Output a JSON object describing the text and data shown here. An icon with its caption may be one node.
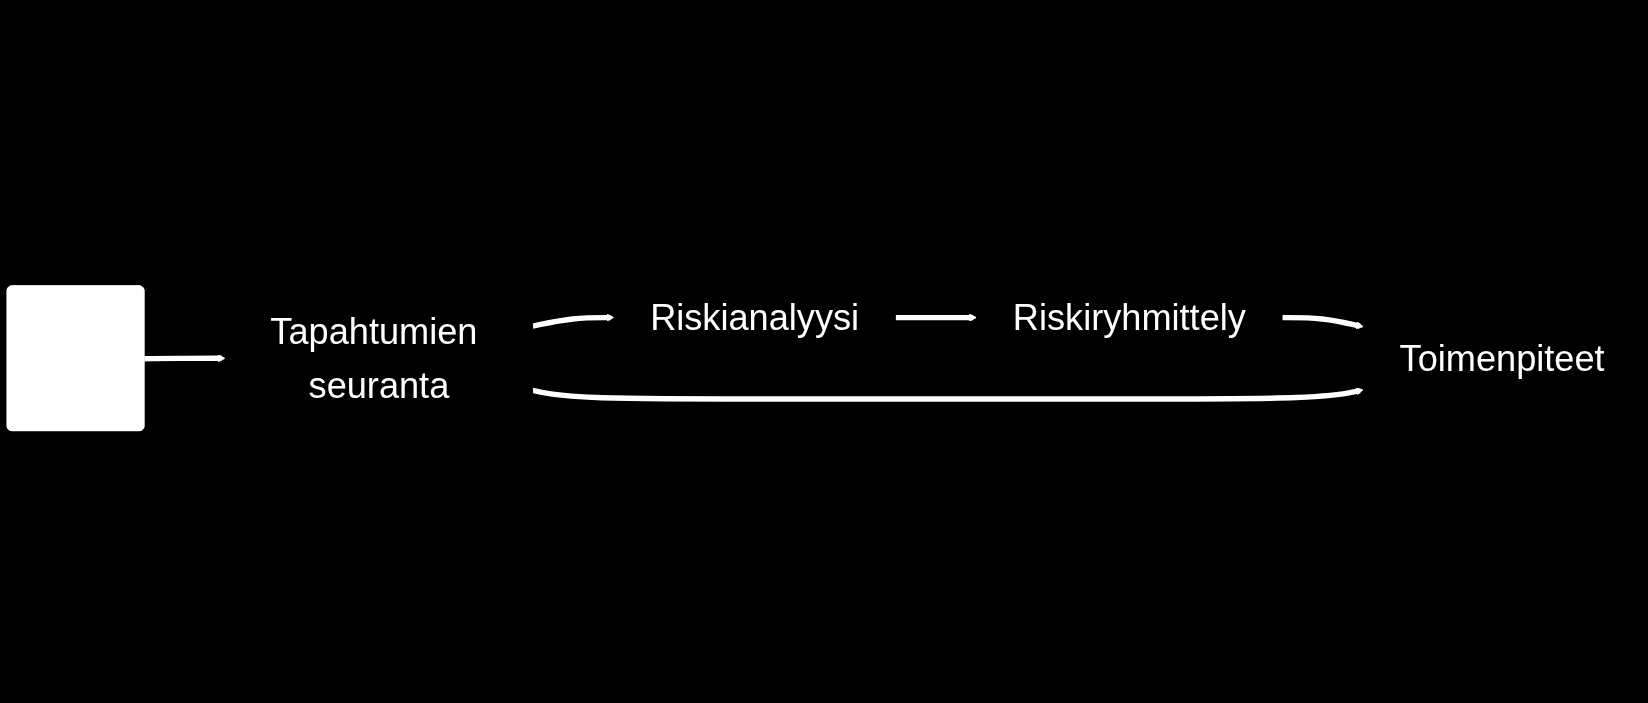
{
  "diagram": {
    "nodes": [
      {
        "text": [
          "Tapahtumien seuranta"
        ]
      },
      {
        "text": [
          "Riskianalyysi"
        ]
      },
      {
        "text": [
          "Riskiryhmittely"
        ]
      },
      {
        "text": [
          "Toimenpiteet"
        ]
      },
      {
        "text": [],
        "shape": "box"
      }
    ],
    "edges": [
      {
        "from": 0,
        "to": 1,
        "arrow": "to"
      },
      {
        "from": 1,
        "to": 2,
        "arrow": "to"
      },
      {
        "from": 2,
        "to": 3,
        "arrow": "to"
      },
      {
        "from": 0,
        "to": 3,
        "arrow": "to"
      },
      {
        "from": 4,
        "to": 0,
        "arrow": "to"
      }
    ]
  }
}
